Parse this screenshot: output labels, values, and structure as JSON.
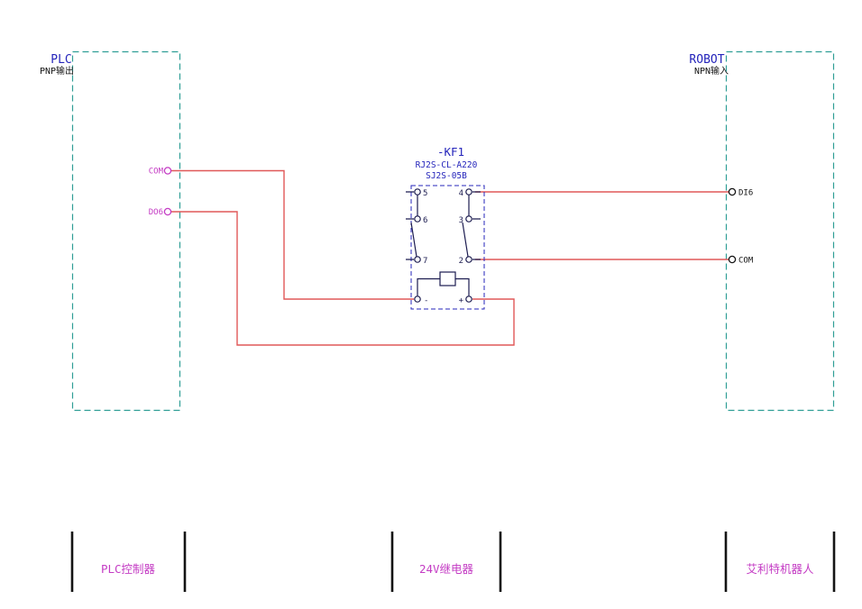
{
  "colors": {
    "teal": "#2f9e96",
    "blue": "#2525bb",
    "magenta": "#c43cc4",
    "red": "#e05858",
    "black": "#141414",
    "navy": "#1c1c50"
  },
  "plc": {
    "title": "PLC",
    "subtitle": "PNP输出",
    "terminals": [
      {
        "label": "COM"
      },
      {
        "label": "DO6"
      }
    ]
  },
  "robot": {
    "title": "ROBOT",
    "subtitle": "NPN输入",
    "terminals": [
      {
        "label": "DI6"
      },
      {
        "label": "COM"
      }
    ]
  },
  "relay": {
    "tag": "-KF1",
    "model_line1": "RJ2S-CL-A220",
    "model_line2": "SJ2S-05B",
    "pins": {
      "p5": "5",
      "p6": "6",
      "p7": "7",
      "p4": "4",
      "p3": "3",
      "p2": "2",
      "minus": "-",
      "plus": "+"
    }
  },
  "footer": {
    "sections": [
      {
        "label": "PLC控制器"
      },
      {
        "label": "24V继电器"
      },
      {
        "label": "艾利特机器人"
      }
    ]
  }
}
